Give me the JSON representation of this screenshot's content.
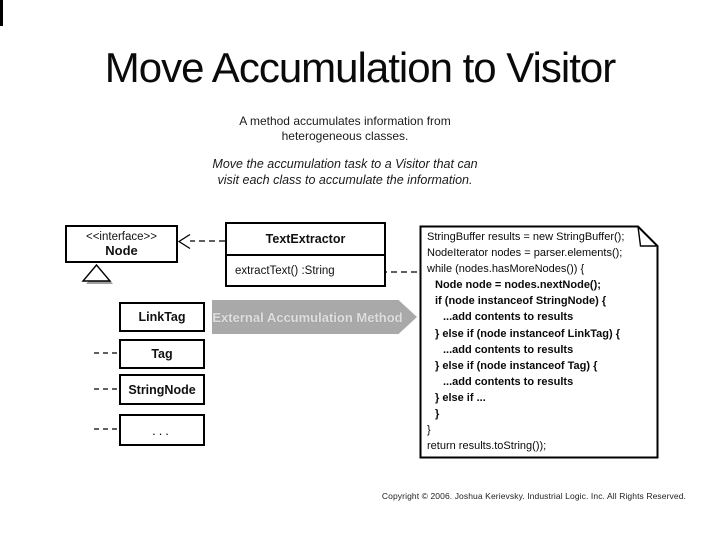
{
  "slide": {
    "title": "Move Accumulation to Visitor",
    "subtitle_lines": [
      "A method accumulates information from",
      "heterogeneous classes."
    ],
    "motivation_lines": [
      "Move the accumulation task to a Visitor that can",
      "visit each class to accumulate the information."
    ],
    "footer": "Copyright © 2006. Joshua Kerievsky. Industrial Logic. Inc. All Rights Reserved."
  },
  "diagram": {
    "node_interface": {
      "stereotype": "<<interface>>",
      "name": "Node"
    },
    "text_extractor": {
      "name": "TextExtractor",
      "method": "extractText() :String"
    },
    "classes": [
      "LinkTag",
      "Tag",
      "StringNode",
      "..."
    ],
    "arrow_label": "External Accumulation Method",
    "colors": {
      "arrow_fill": "#a9a9a9",
      "arrow_text": "#dedede",
      "triangle_shadow": "#a0a0a0",
      "line": "#000000"
    }
  },
  "code_note": {
    "lines": [
      {
        "text": "StringBuffer results = new StringBuffer();",
        "bold": false,
        "indent": 0
      },
      {
        "text": "NodeIterator nodes = parser.elements();",
        "bold": false,
        "indent": 0
      },
      {
        "text": "while (nodes.hasMoreNodes()) {",
        "bold": false,
        "indent": 0
      },
      {
        "text": "Node node = nodes.nextNode();",
        "bold": true,
        "indent": 1
      },
      {
        "text": "if (node instanceof StringNode) {",
        "bold": true,
        "indent": 1
      },
      {
        "text": "...add contents to results",
        "bold": true,
        "indent": 2
      },
      {
        "text": "} else if (node instanceof LinkTag) {",
        "bold": true,
        "indent": 1
      },
      {
        "text": "...add contents to results",
        "bold": true,
        "indent": 2
      },
      {
        "text": "} else if (node instanceof Tag) {",
        "bold": true,
        "indent": 1
      },
      {
        "text": "...add contents to results",
        "bold": true,
        "indent": 2
      },
      {
        "text": "} else if ...",
        "bold": true,
        "indent": 1
      },
      {
        "text": "}",
        "bold": true,
        "indent": 1
      },
      {
        "text": "}",
        "bold": false,
        "indent": 0
      },
      {
        "text": "return results.toString());",
        "bold": false,
        "indent": 0
      }
    ]
  }
}
